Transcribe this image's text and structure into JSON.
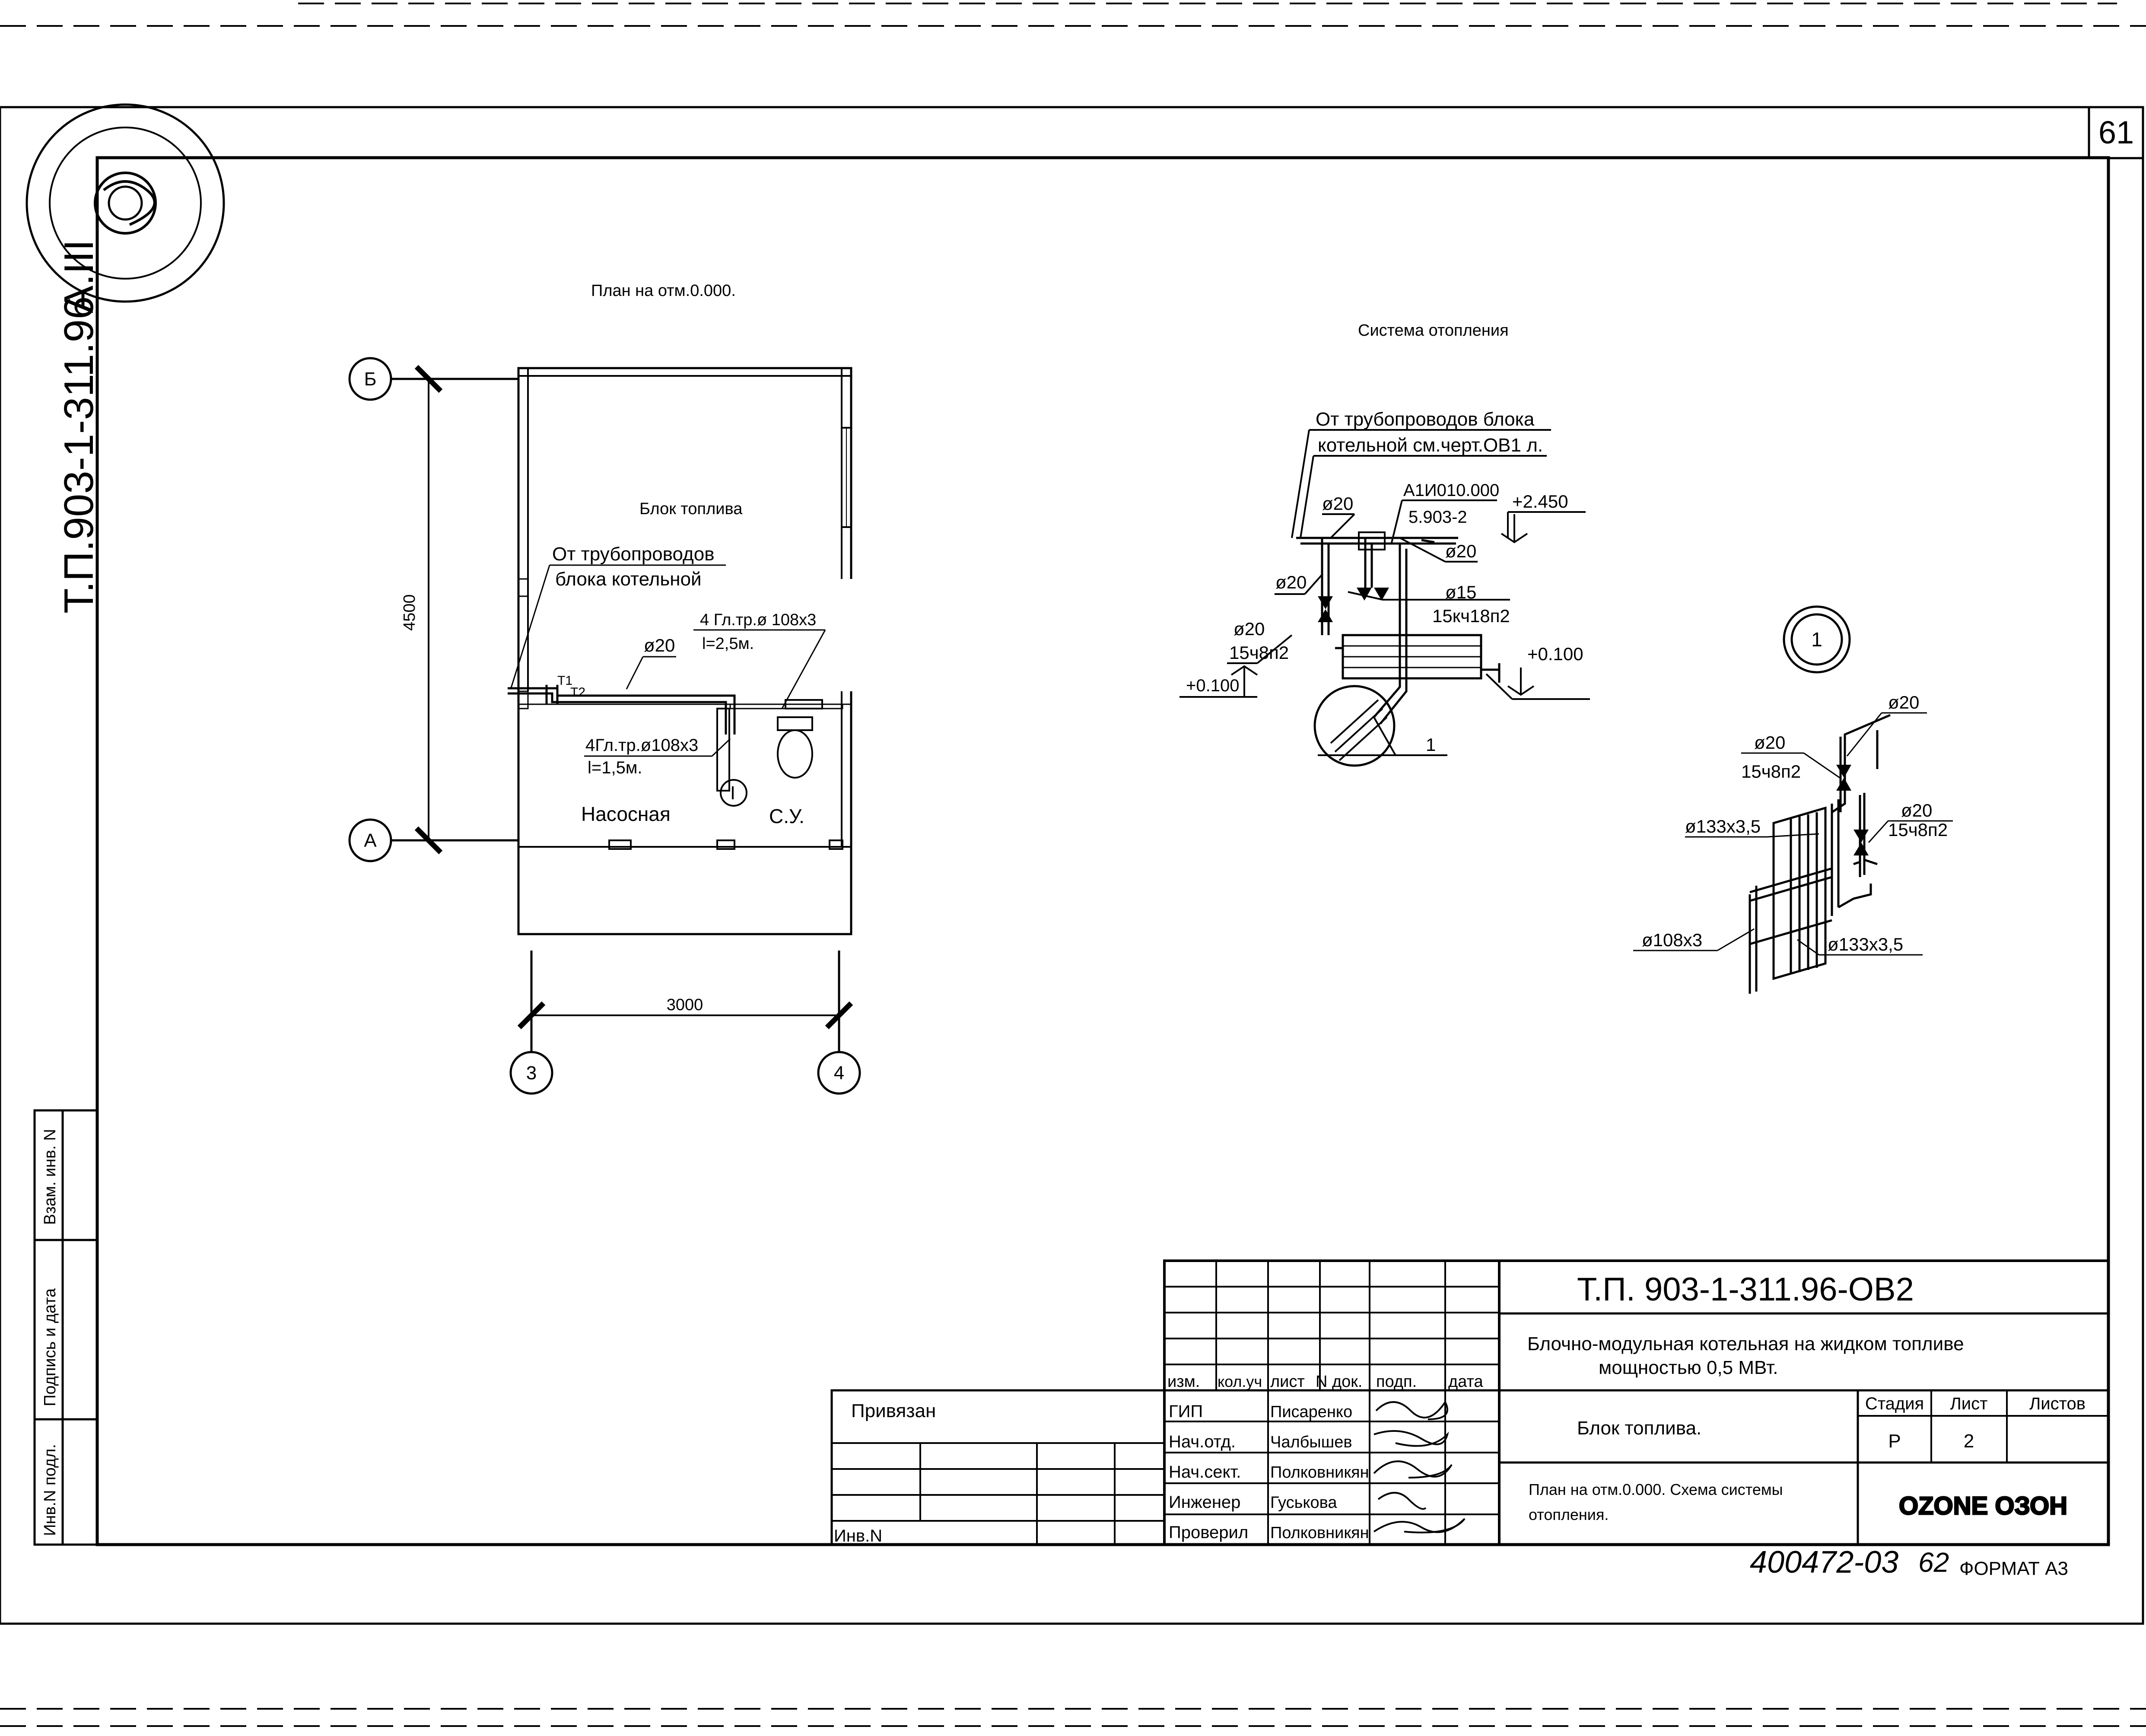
{
  "sheet": {
    "page_number": "61",
    "side_code": "Т.П.903-1-311.96",
    "side_album": "А.III"
  },
  "plan": {
    "title": "План на отм.0.000.",
    "axis_b": "Б",
    "axis_a": "А",
    "axis_3": "3",
    "axis_4": "4",
    "dim_vertical": "4500",
    "dim_horizontal": "3000",
    "room_fuel": "Блок топлива",
    "room_pump": "Насосная",
    "room_wc": "С.У.",
    "note_from_1": "От трубопроводов",
    "note_from_2": "блока котельной",
    "pipe_d20": "ø20",
    "pipe_upper_1": "4 Гл.тр.ø 108х3",
    "pipe_upper_2": "l=2,5м.",
    "pipe_lower_1": "4Гл.тр.ø108х3",
    "pipe_lower_2": "l=1,5м.",
    "tag_t1": "Т1",
    "tag_t2": "Т2"
  },
  "system": {
    "title": "Система отопления",
    "note_1": "От трубопроводов блока",
    "note_2": "котельной см.черт.ОВ1 л.",
    "code_1": "А1И010.000",
    "code_2": "5.903-2",
    "elev_top": "+2.450",
    "elev_right": "+0.100",
    "elev_left": "+0.100",
    "d20_a": "ø20",
    "d20_b": "ø20",
    "d20_c": "ø20",
    "d20_d": "ø20",
    "d15": "ø15",
    "valve_kch": "15кч18п2",
    "valve_ch": "15ч8п2",
    "callout": "1"
  },
  "detail": {
    "number": "1",
    "d20_top": "ø20",
    "d20_left": "ø20",
    "valve_left": "15ч8п2",
    "d20_right": "ø20",
    "valve_right": "15ч8п2",
    "d133_top": "ø133х3,5",
    "d108": "ø108х3",
    "d133_bottom": "ø133х3,5"
  },
  "stamp": {
    "left_labels": [
      "Взам. инв. N",
      "Подпись и дата",
      "Инв.N подл."
    ],
    "header": [
      "изм.",
      "кол.уч",
      "лист",
      "N док.",
      "подп.",
      "дата"
    ],
    "roles": [
      "ГИП",
      "Нач.отд.",
      "Нач.сект.",
      "Инженер",
      "Проверил"
    ],
    "names": [
      "Писаренко",
      "Чалбышев",
      "Полковникян",
      "Гуськова",
      "Полковникян"
    ],
    "privyazan": "Привязан",
    "inv_n": "Инв.N",
    "doc_code": "Т.П. 903-1-311.96-ОВ2",
    "project_1": "Блочно-модульная котельная на жидком топливе",
    "project_2": "мощностью 0,5 МВт.",
    "block_name": "Блок топлива.",
    "sheet_col": "Стадия",
    "list_col": "Лист",
    "listov_col": "Листов",
    "stage": "Р",
    "sheet_no": "2",
    "drawing_1": "План на отм.0.000. Схема системы",
    "drawing_2": "отопления.",
    "logo": "OZONE ОЗОН"
  },
  "footer": {
    "handwritten": "400472-03",
    "handwritten_page": "62",
    "format": "ФОРМАТ А3"
  }
}
